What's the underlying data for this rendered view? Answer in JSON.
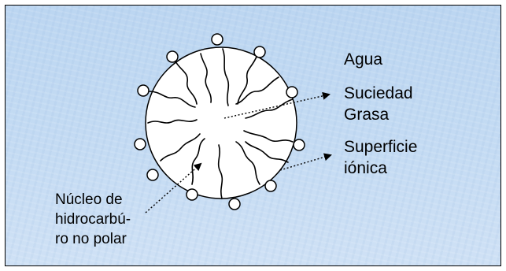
{
  "labels": {
    "agua": "Agua",
    "suciedad": "Suciedad",
    "grasa": "Grasa",
    "superficie": "Superficie",
    "ionica": "iónica",
    "nucleo_1": "Núcleo de",
    "nucleo_2": "hidrocarbú-",
    "nucleo_3": "ro no polar"
  },
  "colors": {
    "background": "#c4dbf3",
    "line": "#000000",
    "micelle_fill": "#ffffff"
  }
}
